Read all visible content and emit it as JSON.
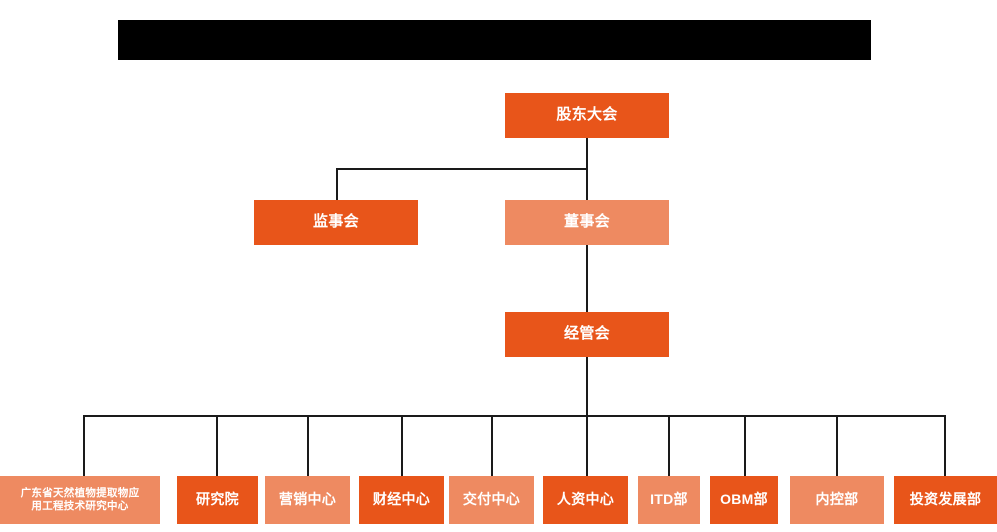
{
  "chart_data": {
    "type": "diagram",
    "title": "",
    "diagram_kind": "organization-chart",
    "colors": {
      "dark_orange": "#E8551A",
      "light_orange": "#EE8A61",
      "line": "#1a1a1a",
      "banner": "#000000",
      "text": "#ffffff",
      "background": "#ffffff"
    },
    "levels": [
      {
        "level": 1,
        "nodes": [
          "股东大会"
        ]
      },
      {
        "level": 2,
        "nodes": [
          "监事会",
          "董事会"
        ]
      },
      {
        "level": 3,
        "nodes": [
          "经管会"
        ]
      },
      {
        "level": 4,
        "nodes": [
          "广东省天然植物提取物应用工程技术研究中心",
          "研究院",
          "营销中心",
          "财经中心",
          "交付中心",
          "人资中心",
          "ITD部",
          "OBM部",
          "内控部",
          "投资发展部"
        ]
      }
    ],
    "edges": [
      {
        "from": "股东大会",
        "to": "监事会"
      },
      {
        "from": "股东大会",
        "to": "董事会"
      },
      {
        "from": "董事会",
        "to": "经管会"
      },
      {
        "from": "经管会",
        "to": "广东省天然植物提取物应用工程技术研究中心"
      },
      {
        "from": "经管会",
        "to": "研究院"
      },
      {
        "from": "经管会",
        "to": "营销中心"
      },
      {
        "from": "经管会",
        "to": "财经中心"
      },
      {
        "from": "经管会",
        "to": "交付中心"
      },
      {
        "from": "经管会",
        "to": "人资中心"
      },
      {
        "from": "经管会",
        "to": "ITD部"
      },
      {
        "from": "经管会",
        "to": "OBM部"
      },
      {
        "from": "经管会",
        "to": "内控部"
      },
      {
        "from": "经管会",
        "to": "投资发展部"
      }
    ]
  },
  "banner": {
    "label": ""
  },
  "nodes": {
    "shareholders_meeting": {
      "label": "股东大会",
      "color": "dark"
    },
    "board_of_supervisors": {
      "label": "监事会",
      "color": "dark"
    },
    "board_of_directors": {
      "label": "董事会",
      "color": "light"
    },
    "management_committee": {
      "label": "经管会",
      "color": "dark"
    },
    "research_center_gd": {
      "label_line1": "广东省天然植物提取物应",
      "label_line2": "用工程技术研究中心",
      "color": "light"
    },
    "research_institute": {
      "label": "研究院",
      "color": "dark"
    },
    "marketing_center": {
      "label": "营销中心",
      "color": "light"
    },
    "finance_center": {
      "label": "财经中心",
      "color": "dark"
    },
    "delivery_center": {
      "label": "交付中心",
      "color": "light"
    },
    "hr_center": {
      "label": "人资中心",
      "color": "dark"
    },
    "itd_department": {
      "label": "ITD部",
      "color": "light"
    },
    "obm_department": {
      "label": "OBM部",
      "color": "dark"
    },
    "internal_control_department": {
      "label": "内控部",
      "color": "light"
    },
    "investment_development_department": {
      "label": "投资发展部",
      "color": "dark"
    }
  }
}
